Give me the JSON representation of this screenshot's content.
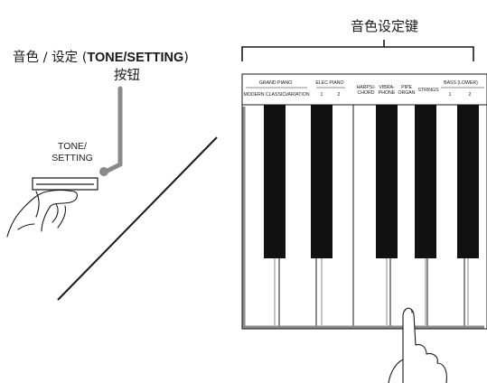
{
  "labels": {
    "tone_keys": "音色设定键",
    "tone_button_cn": "音色 / 设定 (",
    "tone_button_en": "TONE/SETTING",
    "tone_button_close": ")",
    "tone_button_line2": "按钮"
  },
  "button": {
    "line1": "TONE/",
    "line2": "SETTING"
  },
  "keyboard": {
    "groups": [
      {
        "name": "GRAND PIANO",
        "subs": [
          "MODERN",
          "CLASSIC",
          "VARIATION"
        ]
      },
      {
        "name": "ELEC PIANO",
        "subs": [
          "1",
          "2"
        ]
      },
      {
        "name": "HARPSI-\nCHORD",
        "subs": []
      },
      {
        "name": "VIBRA-\nPHONE",
        "subs": []
      },
      {
        "name": "PIPE\nORGAN",
        "subs": []
      },
      {
        "name": "STRINGS",
        "subs": []
      },
      {
        "name": "BASS (LOWER)",
        "subs": [
          "1",
          "2"
        ]
      }
    ]
  },
  "colors": {
    "line": "#1a1a1a",
    "leader": "#808080",
    "black_key": "#111111"
  }
}
